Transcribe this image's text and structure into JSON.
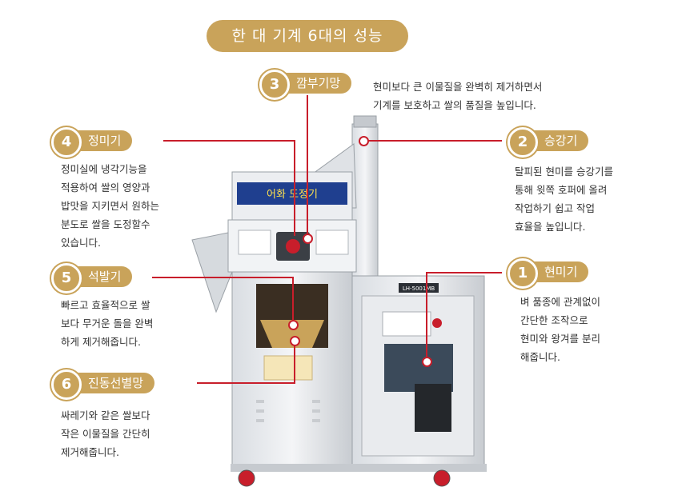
{
  "title": "한 대 기계 6대의 성능",
  "features": [
    {
      "num": "1",
      "label": "현미기",
      "desc": "벼 품종에 관계없이\n간단한 조작으로\n현미와 왕겨를 분리\n해줍니다."
    },
    {
      "num": "2",
      "label": "승강기",
      "desc": "탈피된 현미를 승강기를\n통해 윗쪽 호퍼에 올려\n작업하기 쉽고 작업\n효율을 높입니다."
    },
    {
      "num": "3",
      "label": "깜부기망",
      "desc": "현미보다 큰 이물질을 완벽히 제거하면서\n기계를 보호하고 쌀의 품질을 높입니다."
    },
    {
      "num": "4",
      "label": "정미기",
      "desc": "정미실에 냉각기능을\n적용하여 쌀의 영양과\n밥맛을 지키면서 원하는\n분도로 쌀을 도정할수\n있습니다."
    },
    {
      "num": "5",
      "label": "석발기",
      "desc": "빠르고 효율적으로 쌀\n보다 무거운 돌을 완벽\n하게 제거해줍니다."
    },
    {
      "num": "6",
      "label": "진동선별망",
      "desc": "싸레기와 같은 쌀보다\n작은 이물질을 간단히\n제거해줍니다."
    }
  ],
  "machine": {
    "brand_sign": "어화 도정기",
    "model_label": "LH-5001MB"
  },
  "colors": {
    "gold": "#c9a35a",
    "line": "#c81e2b"
  }
}
